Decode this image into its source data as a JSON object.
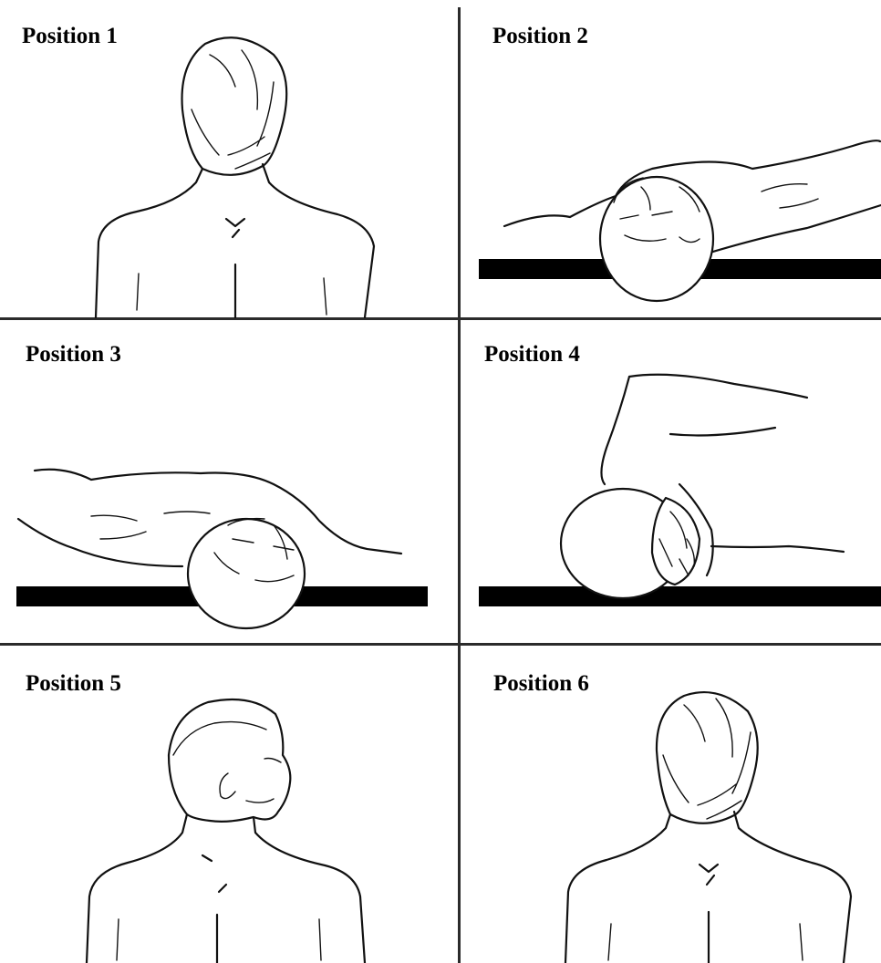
{
  "panels": [
    {
      "label": "Position 1"
    },
    {
      "label": "Position 2"
    },
    {
      "label": "Position 3"
    },
    {
      "label": "Position 4"
    },
    {
      "label": "Position 5"
    },
    {
      "label": "Position 6"
    }
  ],
  "colors": {
    "ink": "#000000",
    "background": "#ffffff",
    "divider": "#2b2b2b"
  }
}
